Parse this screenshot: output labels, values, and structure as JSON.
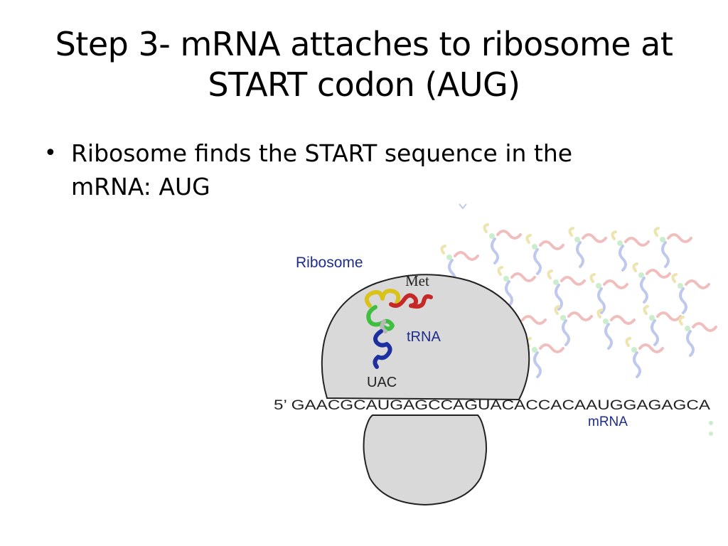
{
  "slide": {
    "title_lines": [
      "Step 3- mRNA attaches to ribosome at",
      "START codon  (AUG)"
    ],
    "bullets": [
      {
        "text_lines": [
          "Ribosome finds the START sequence in the",
          "mRNA: AUG"
        ]
      }
    ]
  },
  "diagram": {
    "ribosome_label": "Ribosome",
    "met_label": "Met",
    "trna_label": "tRNA",
    "anticodon_label": "UAC",
    "mrna_sequence": "5’ GAACGCAUGAGCCAGUACACCACAAUGGAGAGCA",
    "mrna_label": "mRNA",
    "colors": {
      "ribosome_fill": "#d9d9d9",
      "outline": "#222222",
      "label_blue": "#1f2d8a",
      "trna_yellow": "#d9c21a",
      "trna_red": "#c62828",
      "trna_green": "#3fbf3f",
      "trna_blue": "#1e2fa0",
      "trna_grey": "#b8b8b8"
    }
  }
}
